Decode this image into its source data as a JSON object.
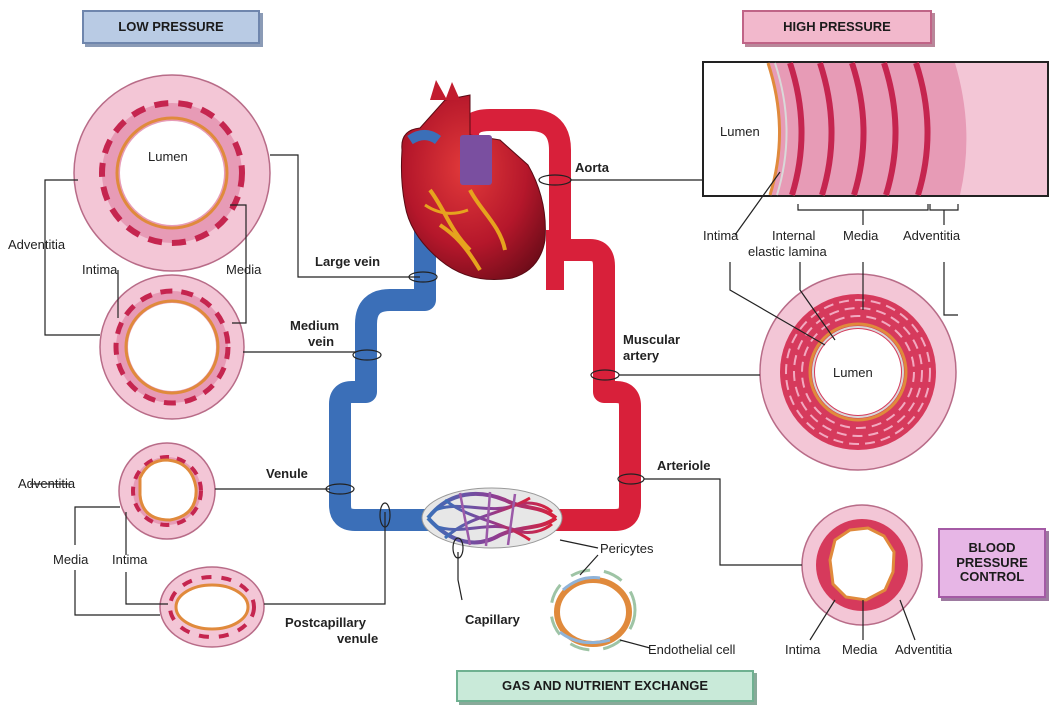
{
  "boxes": {
    "low_pressure": "LOW PRESSURE",
    "high_pressure": "HIGH PRESSURE",
    "blood_pressure_control": [
      "BLOOD",
      "PRESSURE",
      "CONTROL"
    ],
    "gas_exchange": "GAS AND NUTRIENT EXCHANGE"
  },
  "vessel_labels": {
    "aorta": "Aorta",
    "large_vein": "Large vein",
    "medium_vein": [
      "Medium",
      "vein"
    ],
    "muscular_artery": [
      "Muscular",
      "artery"
    ],
    "venule": "Venule",
    "arteriole": "Arteriole",
    "postcapillary_venule": [
      "Postcapillary",
      "venule"
    ],
    "capillary": "Capillary"
  },
  "layer_labels": {
    "lumen_large_vein": "Lumen",
    "adventitia_veins": "Adventitia",
    "intima_veins": "Intima",
    "media_veins": "Media",
    "adventitia_venule": "Adventitia",
    "media_venule": "Media",
    "intima_venule": "Intima",
    "lumen_aorta": "Lumen",
    "intima_aorta": "Intima",
    "internal_elastic_lamina": [
      "Internal",
      "elastic lamina"
    ],
    "media_aorta": "Media",
    "adventitia_aorta": "Adventitia",
    "lumen_artery": "Lumen",
    "pericytes": "Pericytes",
    "endothelial_cell": "Endothelial cell",
    "intima_arteriole": "Intima",
    "media_arteriole": "Media",
    "adventitia_arteriole": "Adventitia"
  },
  "colors": {
    "vein_blue": "#3b6fb8",
    "artery_red": "#d8203a",
    "adventitia_pink": "#f3c6d6",
    "media_pink": "#e79bb6",
    "smooth_muscle": "#c5254f",
    "intima_orange": "#e08a3c",
    "heart_red": "#b5172b",
    "pulmonary_purple": "#7a4fa0"
  }
}
